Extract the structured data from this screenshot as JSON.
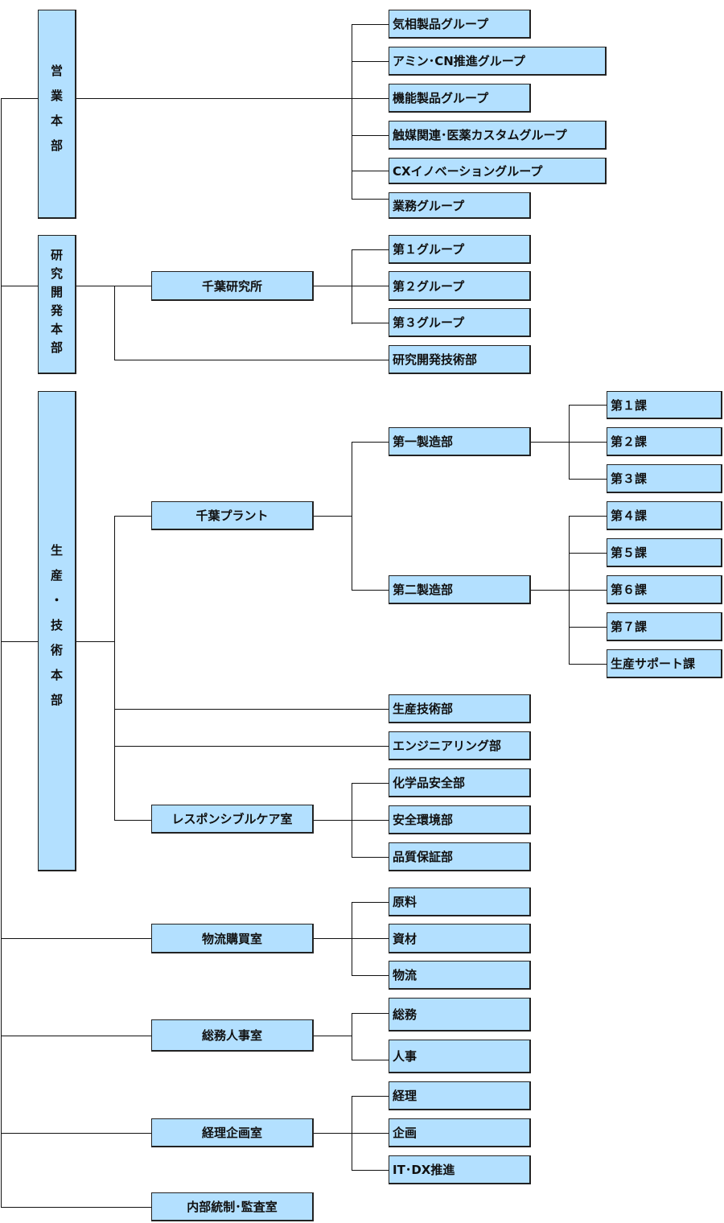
{
  "colors": {
    "box_fill": "#b3e0ff",
    "line": "#111111"
  },
  "sales": {
    "label": "営業本部",
    "groups": [
      "気相製品グループ",
      "アミン･CN推進グループ",
      "機能製品グループ",
      "触媒関連･医薬カスタムグループ",
      "CXイノベーショングループ",
      "業務グループ"
    ]
  },
  "rnd": {
    "label": "研究開発本部",
    "lab": {
      "label": "千葉研究所",
      "groups": [
        "第１グループ",
        "第２グループ",
        "第３グループ"
      ]
    },
    "tech": "研究開発技術部"
  },
  "production": {
    "label": "生産・技術本部",
    "plant": {
      "label": "千葉プラント",
      "mfg1": {
        "label": "第一製造部",
        "sections": [
          "第１課",
          "第２課",
          "第３課"
        ]
      },
      "mfg2": {
        "label": "第二製造部",
        "sections": [
          "第４課",
          "第５課",
          "第６課",
          "第７課",
          "生産サポート課"
        ]
      }
    },
    "prod_tech": "生産技術部",
    "engineering": "エンジニアリング部",
    "rc": {
      "label": "レスポンシブルケア室",
      "depts": [
        "化学品安全部",
        "安全環境部",
        "品質保証部"
      ]
    }
  },
  "logistics": {
    "label": "物流購買室",
    "units": [
      "原料",
      "資材",
      "物流"
    ]
  },
  "ga_hr": {
    "label": "総務人事室",
    "units": [
      "総務",
      "人事"
    ]
  },
  "accounting": {
    "label": "経理企画室",
    "units": [
      "経理",
      "企画",
      "IT･DX推進"
    ]
  },
  "audit": {
    "label": "内部統制･監査室"
  }
}
